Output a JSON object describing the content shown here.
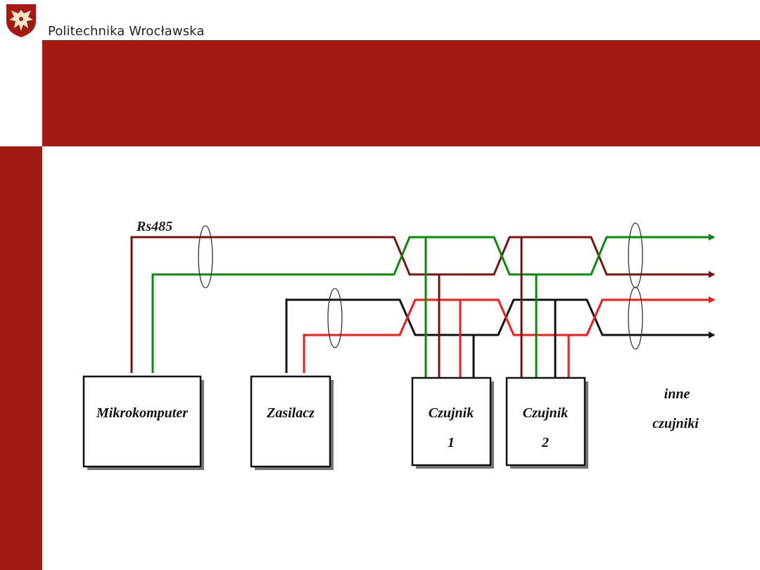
{
  "header": {
    "university_name": "Politechnika Wrocławska",
    "logo_icon": "eagle-crest-icon"
  },
  "colors": {
    "brand_red": "#a31a12",
    "wire_darkred": "#7a1212",
    "wire_green": "#0a8a0a",
    "wire_black": "#111111",
    "wire_red": "#ff1a1a"
  },
  "diagram": {
    "bus_label": "Rs485",
    "blocks": {
      "microcomputer": "Mikrokomputer",
      "power_supply": "Zasilacz",
      "sensor1_line1": "Czujnik",
      "sensor1_line2": "1",
      "sensor2_line1": "Czujnik",
      "sensor2_line2": "2"
    },
    "other_sensors_line1": "inne",
    "other_sensors_line2": "czujniki"
  }
}
